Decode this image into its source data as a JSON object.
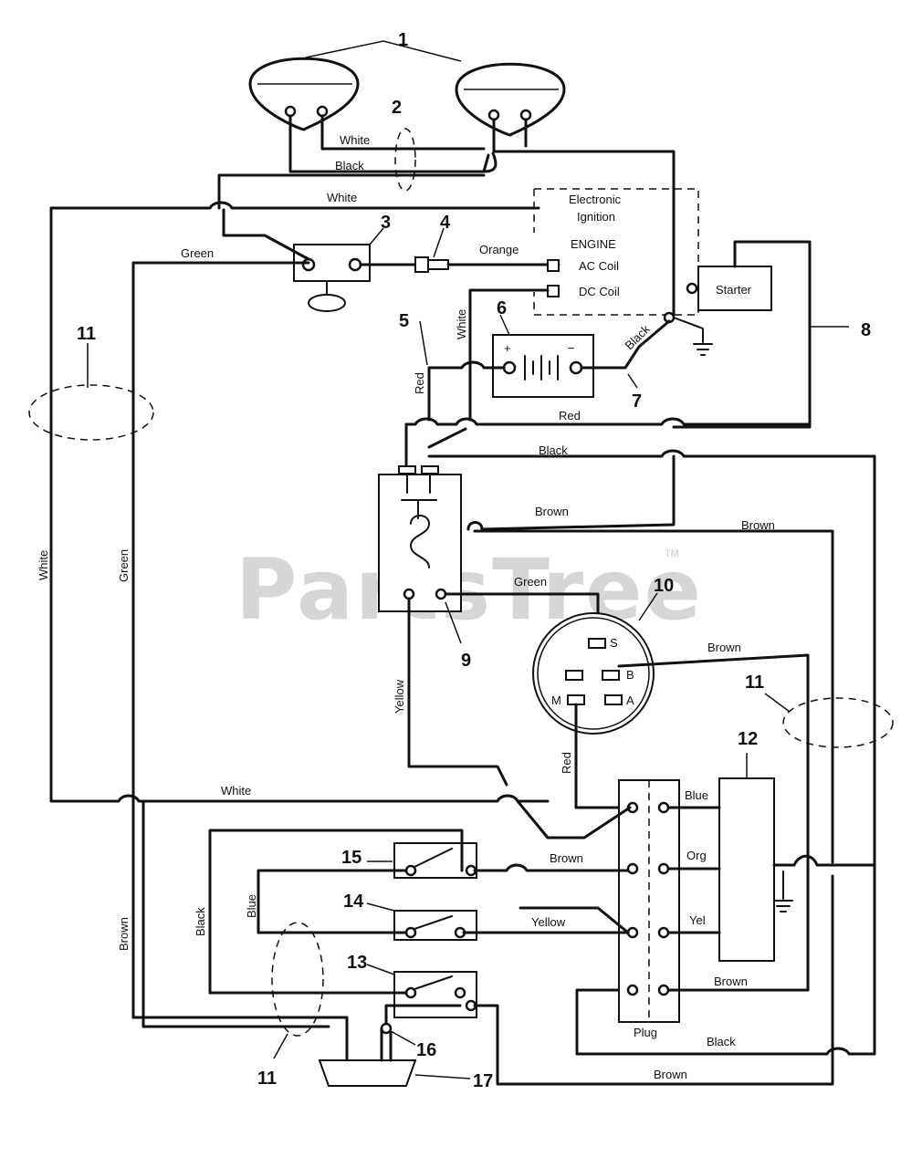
{
  "watermark": {
    "text": "PartsTree",
    "tm": "TM"
  },
  "components": {
    "ignition_line1": "Electronic",
    "ignition_line2": "Ignition",
    "engine": "ENGINE",
    "ac_coil": "AC Coil",
    "dc_coil": "DC Coil",
    "starter": "Starter",
    "plug": "Plug",
    "battery_plus": "+",
    "battery_minus": "−",
    "switch_s": "S",
    "switch_b": "B",
    "switch_m": "M",
    "switch_a": "A"
  },
  "wire_labels": {
    "white_top": "White",
    "black_top": "Black",
    "white_upper": "White",
    "green_upper": "Green",
    "orange": "Orange",
    "white_vertical_batt": "White",
    "red_vertical": "Red",
    "black_batt": "Black",
    "red_horizontal": "Red",
    "black_horizontal": "Black",
    "brown_mid": "Brown",
    "brown_right": "Brown",
    "green_mid": "Green",
    "brown_switch": "Brown",
    "red_m": "Red",
    "yellow_vertical": "Yellow",
    "white_left_vertical": "White",
    "green_left_vertical": "Green",
    "white_bottom": "White",
    "blue_conn": "Blue",
    "brown_conn": "Brown",
    "org_conn": "Org",
    "yellow_conn": "Yellow",
    "yel_conn": "Yel",
    "blue_left": "Blue",
    "black_left": "Black",
    "brown_left": "Brown",
    "brown_lower_right": "Brown",
    "black_lower": "Black",
    "brown_bottom": "Brown"
  },
  "callouts": {
    "c1": "1",
    "c2": "2",
    "c3": "3",
    "c4": "4",
    "c5": "5",
    "c6": "6",
    "c7": "7",
    "c8": "8",
    "c9": "9",
    "c10": "10",
    "c11_left": "11",
    "c11_right": "11",
    "c11_bottom": "11",
    "c12": "12",
    "c13": "13",
    "c14": "14",
    "c15": "15",
    "c16": "16",
    "c17": "17"
  }
}
